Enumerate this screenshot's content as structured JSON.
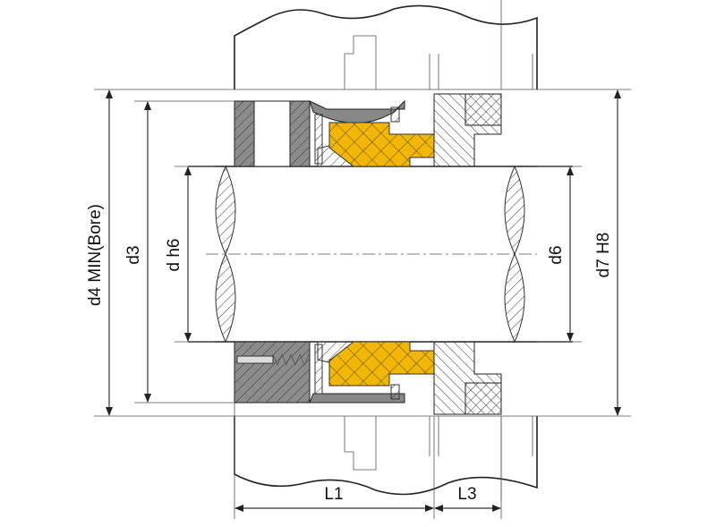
{
  "title": "Mechanical seal dimension drawing",
  "dimensions": {
    "d4": "d4  MIN(Bore)",
    "d3": "d3",
    "dh6": "d h6",
    "d6": "d6",
    "d7": "d7 H8",
    "L1": "L1",
    "L3": "L3"
  },
  "colors": {
    "face": "#f2b705",
    "metal": "#8c8c8c",
    "line": "#333333"
  }
}
